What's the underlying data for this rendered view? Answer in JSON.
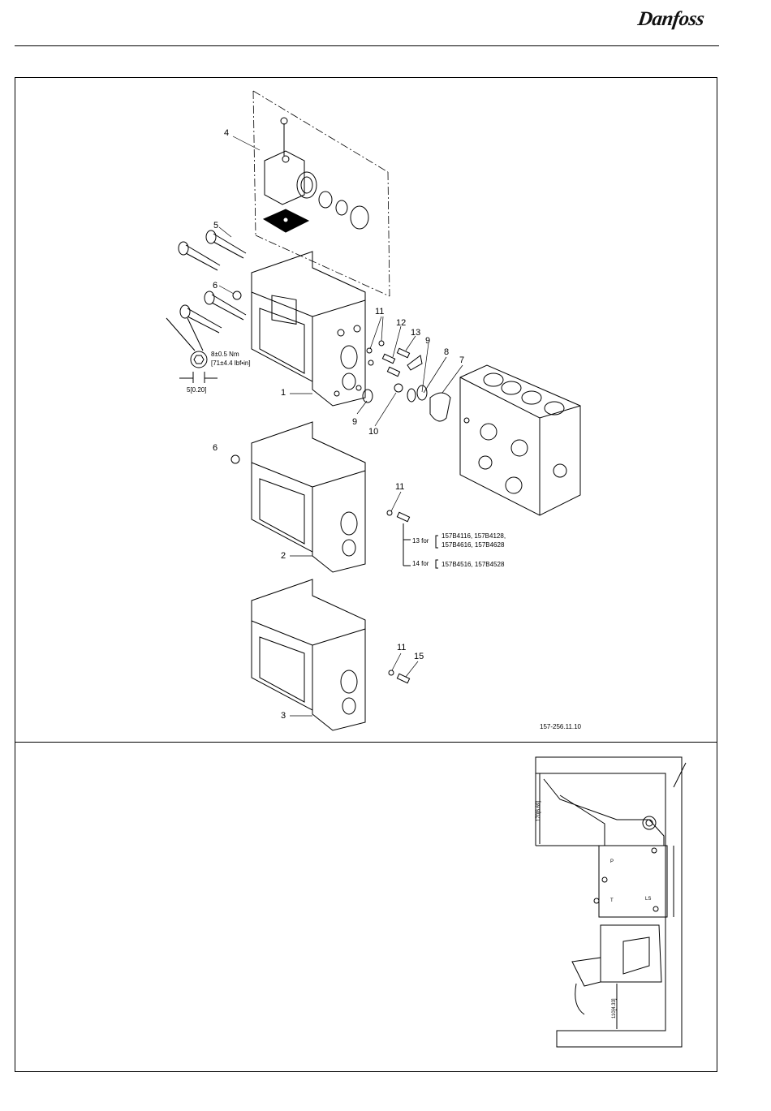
{
  "brand": {
    "logo_text": "Danfoss"
  },
  "exploded_view": {
    "callouts": [
      "1",
      "2",
      "3",
      "4",
      "5",
      "6",
      "6",
      "7",
      "8",
      "9",
      "9",
      "10",
      "11",
      "11",
      "11",
      "12",
      "13",
      "15"
    ],
    "torque_spec": {
      "line1": "8±0.5 Nm",
      "line2": "[71±4.4 lbf•in]"
    },
    "hex_size": "5[0.20]",
    "variant_13": {
      "prefix": "13 for",
      "line1": "157B4116, 157B4128,",
      "line2": "157B4616, 157B4628"
    },
    "variant_14": {
      "prefix": "14 for",
      "line1": "157B4516, 157B4528"
    },
    "drawing_number": "157-256.11.10"
  },
  "installation_view": {
    "dim_top": "170[6.69]",
    "dim_bottom": "110[4.33]",
    "port_p": "P",
    "port_t": "T",
    "port_ls": "LS"
  }
}
